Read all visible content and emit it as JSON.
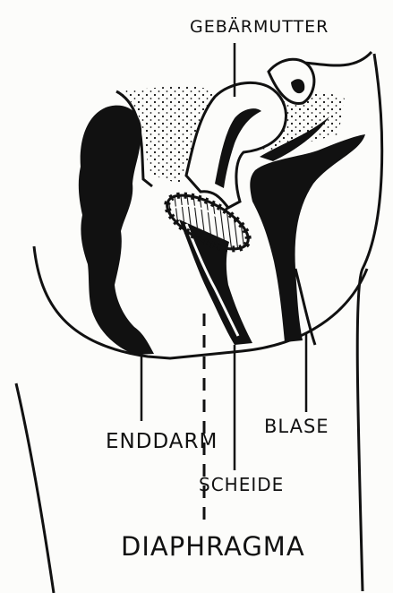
{
  "labels": {
    "uterus": "GEBÄRMUTTER",
    "rectum": "ENDDARM",
    "bladder": "BLASE",
    "vagina": "SCHEIDE",
    "diaphragm": "DIAPHRAGMA"
  },
  "colors": {
    "ink": "#111111",
    "paper": "#fcfcfa"
  }
}
